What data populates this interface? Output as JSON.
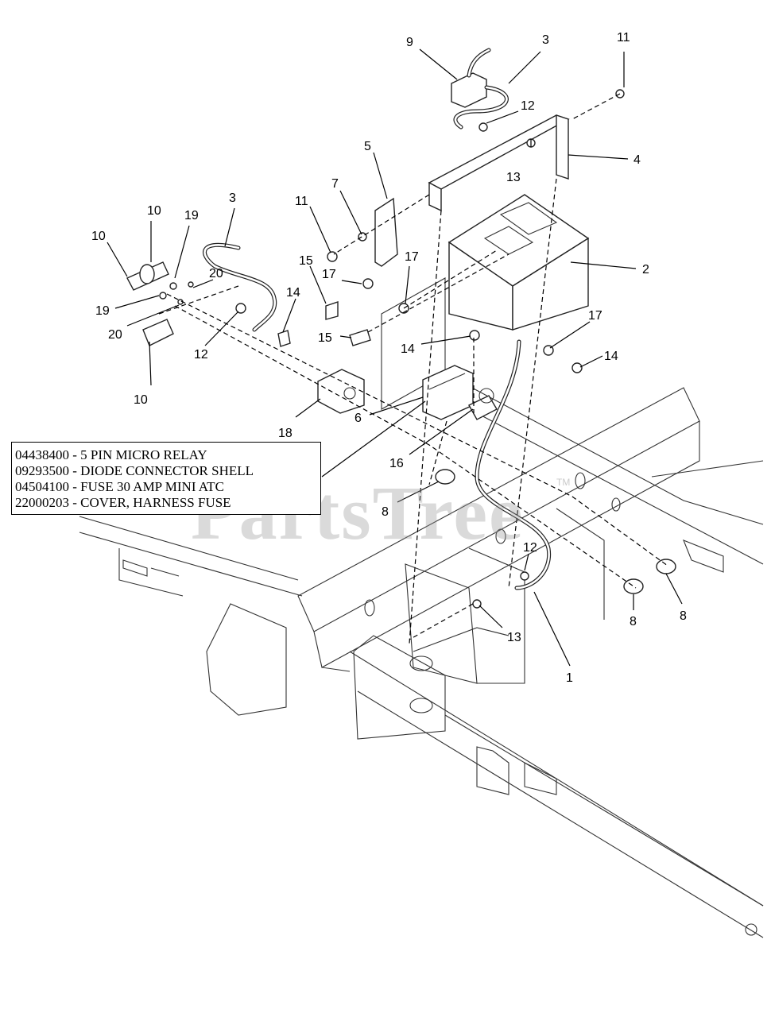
{
  "watermark": {
    "text": "PartsTree",
    "tm": "TM"
  },
  "legend": {
    "lines": [
      "04438400 - 5 PIN MICRO RELAY",
      "09293500 - DIODE CONNECTOR SHELL",
      "04504100 - FUSE 30 AMP MINI ATC",
      "22000203 - COVER, HARNESS FUSE"
    ]
  },
  "callouts": {
    "c9": "9",
    "c3_top": "3",
    "c11_top": "11",
    "c12_top": "12",
    "c4": "4",
    "c13_top": "13",
    "c5": "5",
    "c7": "7",
    "c11_mid": "11",
    "c3_left": "3",
    "c10_a": "10",
    "c10_b": "10",
    "c19_a": "19",
    "c20_a": "20",
    "c19_b": "19",
    "c20_b": "20",
    "c10_c": "10",
    "c12_left": "12",
    "c15_a": "15",
    "c17_a": "17",
    "c17_b": "17",
    "c2": "2",
    "c14_a": "14",
    "c15_b": "15",
    "c14_b": "14",
    "c17_c": "17",
    "c14_c": "14",
    "c18": "18",
    "c6": "6",
    "c16": "16",
    "c8_a": "8",
    "c12_low": "12",
    "c13_low": "13",
    "c1": "1",
    "c8_b": "8",
    "c8_c": "8"
  }
}
